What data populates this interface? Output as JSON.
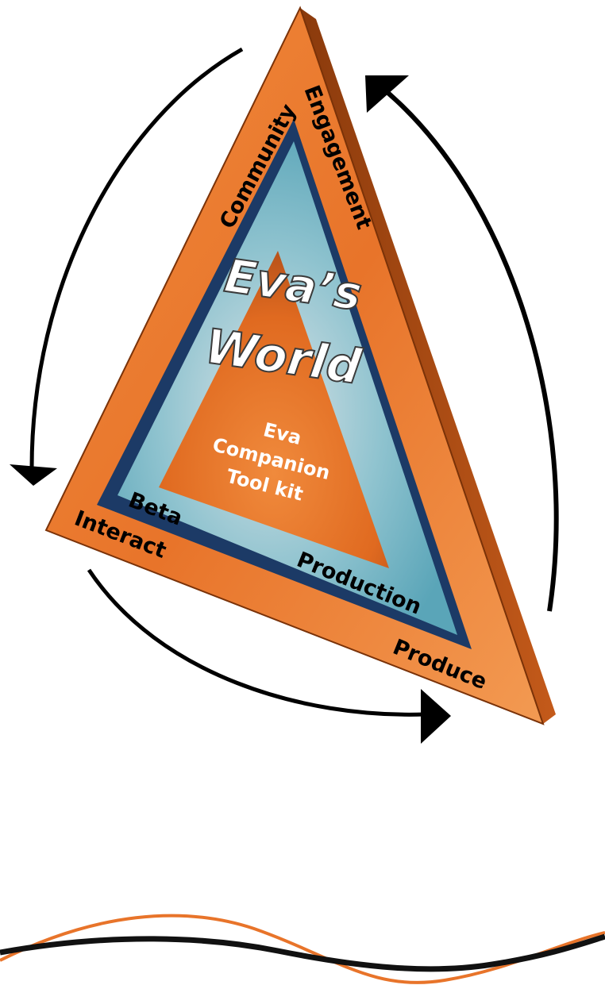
{
  "diagram": {
    "title_line1": "Eva’s",
    "title_line2": "World",
    "center_line1": "Eva",
    "center_line2": "Companion",
    "center_line3": "Tool kit",
    "outer_left_edge": "Community",
    "outer_right_edge": "Engagement",
    "outer_bottom_left": "Interact",
    "outer_bottom_right": "Produce",
    "inner_bottom_left": "Beta",
    "inner_bottom_right": "Production"
  },
  "colors": {
    "outer_orange": "#e8742a",
    "outer_dark": "#7a3208",
    "navy": "#1c3a66",
    "teal": "#6db3c4",
    "inner_orange": "#e06a20",
    "arrow": "#000000",
    "wave_orange": "#e8742a",
    "wave_dark": "#111111"
  }
}
